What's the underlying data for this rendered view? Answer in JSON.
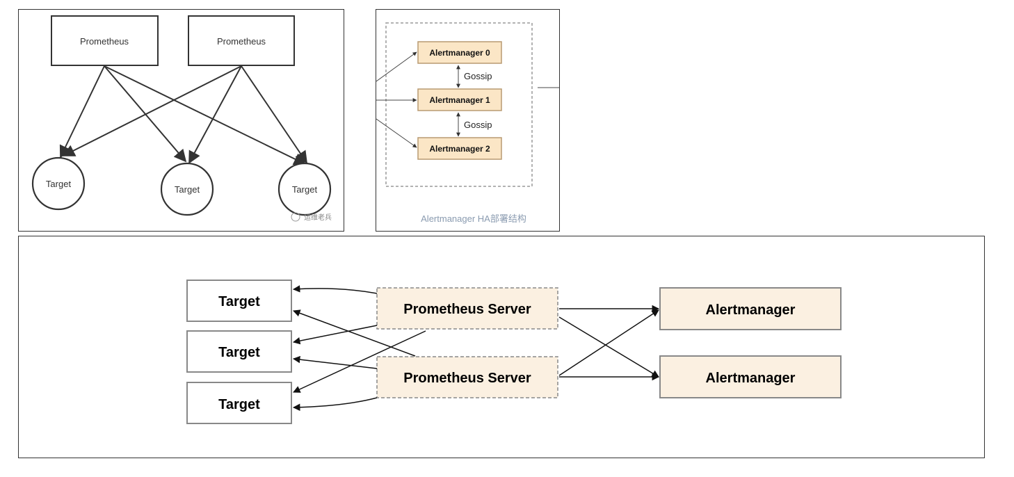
{
  "panel_left": {
    "prometheus_nodes": [
      "Prometheus",
      "Prometheus"
    ],
    "target_nodes": [
      "Target",
      "Target",
      "Target"
    ],
    "watermark": "运维老兵"
  },
  "panel_middle": {
    "alertmanagers": [
      "Alertmanager 0",
      "Alertmanager 1",
      "Alertmanager 2"
    ],
    "gossip_labels": [
      "Gossip",
      "Gossip"
    ],
    "caption": "Alertmanager HA部署结构"
  },
  "panel_bottom": {
    "targets": [
      "Target",
      "Target",
      "Target"
    ],
    "prometheus_servers": [
      "Prometheus Server",
      "Prometheus Server"
    ],
    "alertmanagers": [
      "Alertmanager",
      "Alertmanager"
    ]
  },
  "colors": {
    "am_fill": "#fbe6c6",
    "am_stroke": "#b89a72",
    "bottom_fill": "#fbf0e1",
    "caption": "#8a9bb0"
  }
}
